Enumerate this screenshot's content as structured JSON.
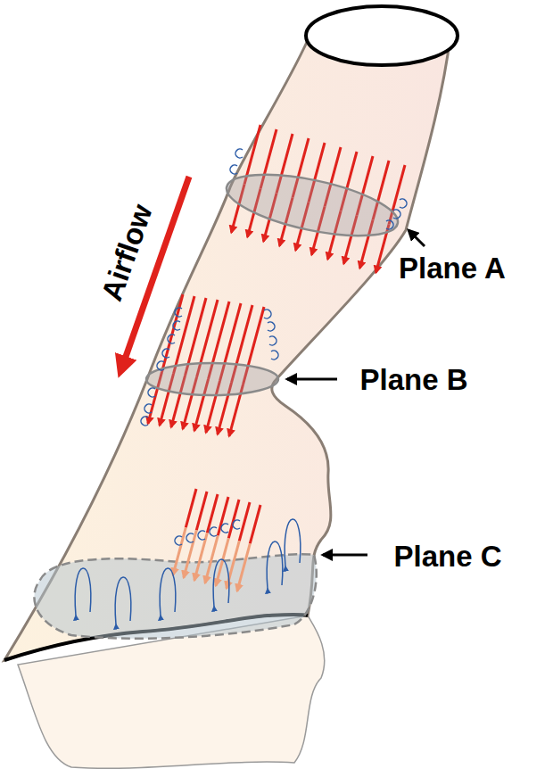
{
  "diagram": {
    "labels": [
      "Airflow",
      "Plane A",
      "Plane B",
      "Plane C"
    ]
  }
}
